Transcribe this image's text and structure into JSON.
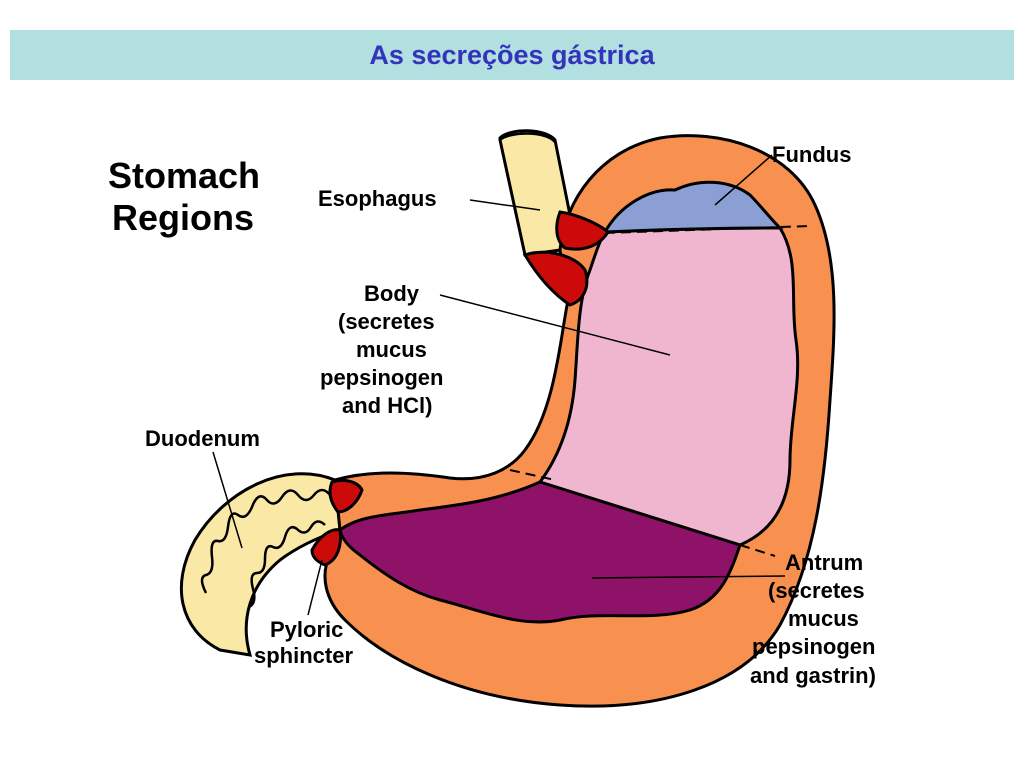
{
  "header": {
    "title": "As secreções gástrica"
  },
  "diagram": {
    "heading": [
      "Stomach",
      "Regions"
    ],
    "labels": {
      "esophagus": "Esophagus",
      "fundus": "Fundus",
      "body": [
        "Body",
        "(secretes",
        "mucus",
        "pepsinogen",
        "and HCl)"
      ],
      "duodenum": "Duodenum",
      "pyloric": [
        "Pyloric",
        "sphincter"
      ],
      "antrum": [
        "Antrum",
        "(secretes",
        "mucus",
        "pepsinogen",
        "and gastrin)"
      ]
    },
    "colors": {
      "wall": "#f8904f",
      "body_region": "#f0b6cf",
      "fundus_region": "#8b9fd4",
      "antrum_region": "#8e1368",
      "sphincter": "#cc0a0a",
      "esophagus_duodenum": "#f9e8a6",
      "header_bg": "#b2dfe0",
      "header_text": "#3333bb"
    }
  }
}
